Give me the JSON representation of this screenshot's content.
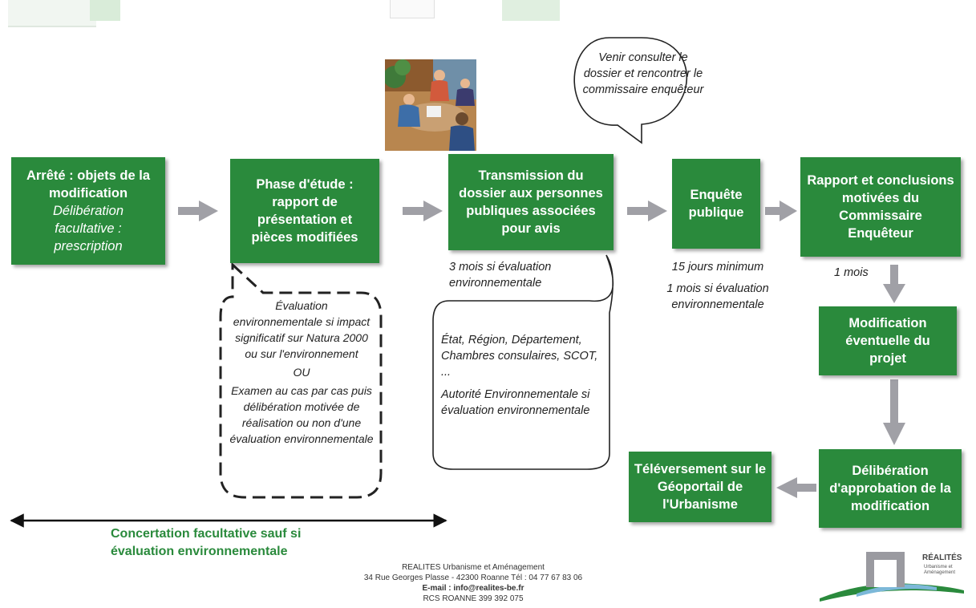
{
  "boxes": {
    "arrete": {
      "title": "Arrêté : objets de la modification",
      "italic": "Délibération facultative : prescription"
    },
    "phase": "Phase d'étude : rapport de présentation et pièces modifiées",
    "transmission": "Transmission du dossier aux personnes publiques associées pour avis",
    "enquete": "Enquête publique",
    "rapport": "Rapport et conclusions motivées du Commissaire Enquêteur",
    "modification": "Modification éventuelle du projet",
    "deliberation": "Délibération d'approbation de la modification",
    "televersement": "Téléversement sur le Géoportail de l'Urbanisme"
  },
  "bubbles": {
    "consulter": "Venir consulter le dossier et rencontrer le commissaire enquêteur",
    "evaluation": {
      "p1": "Évaluation environnementale si impact significatif sur Natura 2000 ou sur l'environnement",
      "ou": "OU",
      "p2": "Examen au cas par cas puis délibération motivée de réalisation ou non d'une évaluation environnementale"
    },
    "ppa": {
      "p1": "État, Région, Département, Chambres consulaires, SCOT, ...",
      "p2": "Autorité Environnementale si évaluation environnementale"
    }
  },
  "notes": {
    "trois_mois": "3 mois si évaluation environnementale",
    "quinze_jours": "15 jours minimum",
    "un_mois_eval": "1 mois si évaluation environnementale",
    "un_mois": "1 mois"
  },
  "concertation": "Concertation facultative sauf si évaluation environnementale",
  "footer": {
    "company": "REALITES Urbanisme et Aménagement",
    "address": "34 Rue Georges Plasse - 42300 Roanne Tél : 04 77 67 83 06",
    "email": "E-mail : info@realites-be.fr",
    "rcs": "RCS ROANNE 399 392 075"
  },
  "logo": {
    "name": "RÉALITÉS",
    "sub1": "Urbanisme et",
    "sub2": "Aménagement"
  },
  "colors": {
    "box_green": "#2a8a3c",
    "text_green": "#2a8a3c",
    "arrow_gray": "#a0a0a6"
  }
}
